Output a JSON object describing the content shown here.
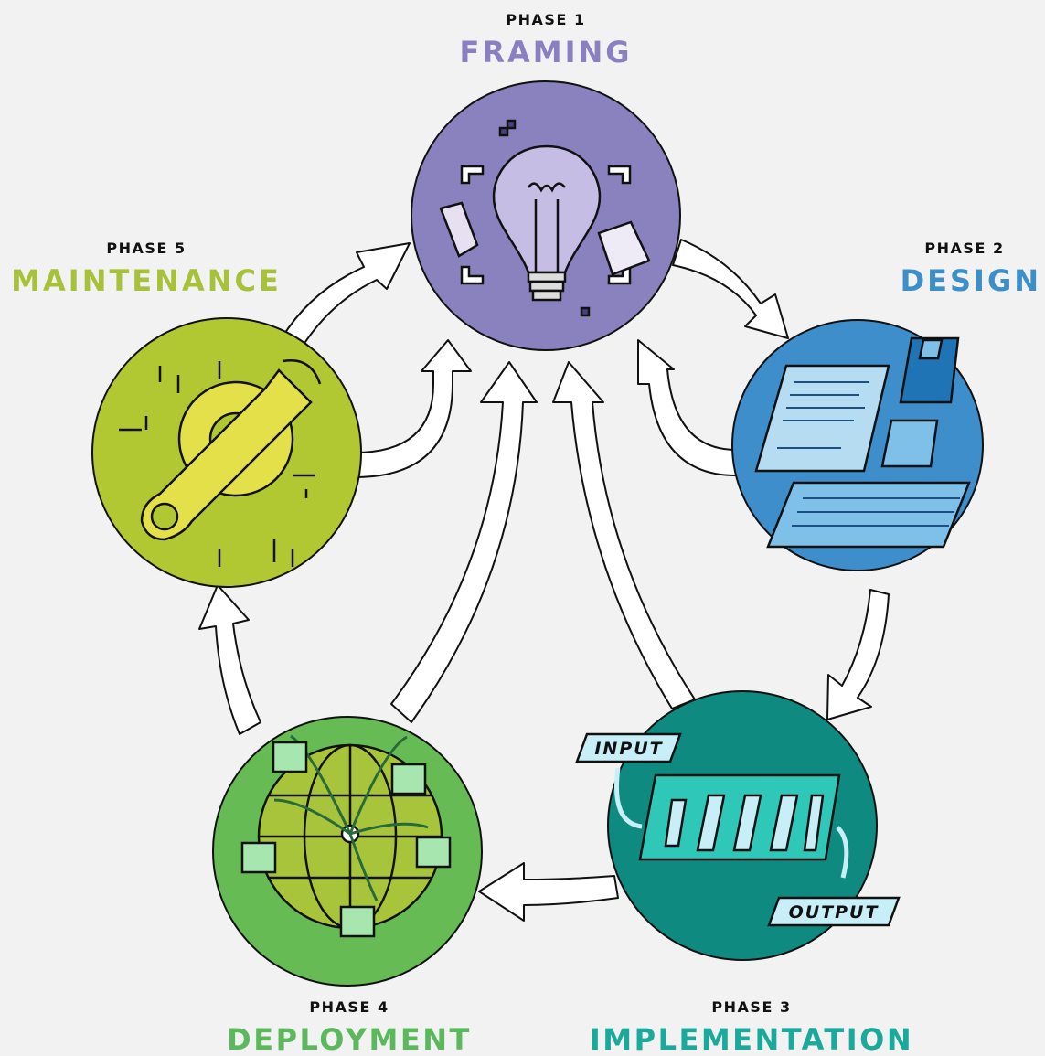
{
  "phases": [
    {
      "phase": "PHASE 1",
      "name": "FRAMING",
      "color": "#8a7fc0"
    },
    {
      "phase": "PHASE 2",
      "name": "DESIGN",
      "color": "#3c8fc9"
    },
    {
      "phase": "PHASE 3",
      "name": "IMPLEMENTATION",
      "color": "#1aa99a"
    },
    {
      "phase": "PHASE 4",
      "name": "DEPLOYMENT",
      "color": "#5cb85c"
    },
    {
      "phase": "PHASE 5",
      "name": "MAINTENANCE",
      "color": "#a7c13a"
    }
  ],
  "implementation_labels": {
    "input": "INPUT",
    "output": "OUTPUT"
  },
  "icons": {
    "framing": "lightbulb-icon",
    "design": "computer-keyboard-icon",
    "implementation": "circuit-board-icon",
    "deployment": "globe-network-icon",
    "maintenance": "wrench-gear-icon"
  },
  "circle_colors": {
    "framing": "#8a82bf",
    "design": "#3e8ecb",
    "implementation": "#0f8a80",
    "deployment": "#66bb55",
    "maintenance": "#b2c832"
  }
}
